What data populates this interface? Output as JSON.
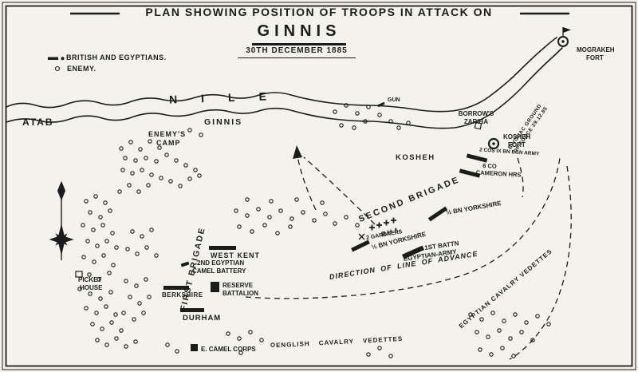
{
  "meta": {
    "ink": "#1c1c1c",
    "paper": "#f4f2ec"
  },
  "header": {
    "title": "PLAN SHOWING POSITION OF TROOPS IN ATTACK ON",
    "place": "GINNIS",
    "date": "30TH DECEMBER 1885"
  },
  "legend": {
    "british": "BRITISH AND EGYPTIANS.",
    "enemy": "ENEMY."
  },
  "geography": {
    "river": "NILE",
    "atab": "ATAB",
    "ginnis_village": "GINNIS",
    "enemys_camp_1": "ENEMY'S",
    "enemys_camp_2": "CAMP",
    "gun": "GUN",
    "kosheh": "KOSHEH",
    "borrows_zariba_1": "BORROW'S",
    "borrows_zariba_2": "ZARIBA",
    "kosheh_fort_1": "KOSHEH",
    "kosheh_fort_2": "FORT",
    "mograkeh_fort_1": "MOGRAKEH",
    "mograkeh_fort_2": "FORT",
    "bivouac_1": "BIVOUAC GROUND",
    "bivouac_2": "OF FORCE 29.12.85",
    "picket_house_1": "PICKET",
    "picket_house_2": "HOUSE"
  },
  "units": {
    "egn_army_cos": "2 COS IX BN EGN ARMY",
    "cameron_1": "6 CO",
    "cameron_2": "CAMERON HRS",
    "second_brigade": "SECOND BRIGADE",
    "rha": "R.H.A.",
    "yorkshire_upper": "½ BN YORKSHIRE",
    "gardners": "2 GARDNERS",
    "yorkshire_lower": "½ BN YORKSHIRE",
    "egyptian_battn_1": "1ST BATTN",
    "egyptian_battn_2": "EGYPTIAN-ARMY",
    "first_brigade": "FIRST BRIGADE",
    "west_kent": "WEST KENT",
    "camel_battery_1": "2ND EGYPTIAN",
    "camel_battery_2": "CAMEL BATTERY",
    "berkshire": "BERKSHIRE",
    "reserve_1": "RESERVE",
    "reserve_2": "BATTALION",
    "durham": "DURHAM",
    "camel_corps": "E. CAMEL CORPS",
    "english_vedettes": "ENGLISH CAVALRY VEDETTES",
    "egyptian_vedettes": "EGYPTIAN CAVALRY VEDETTES",
    "advance": "DIRECTION OF LINE OF ADVANCE"
  }
}
